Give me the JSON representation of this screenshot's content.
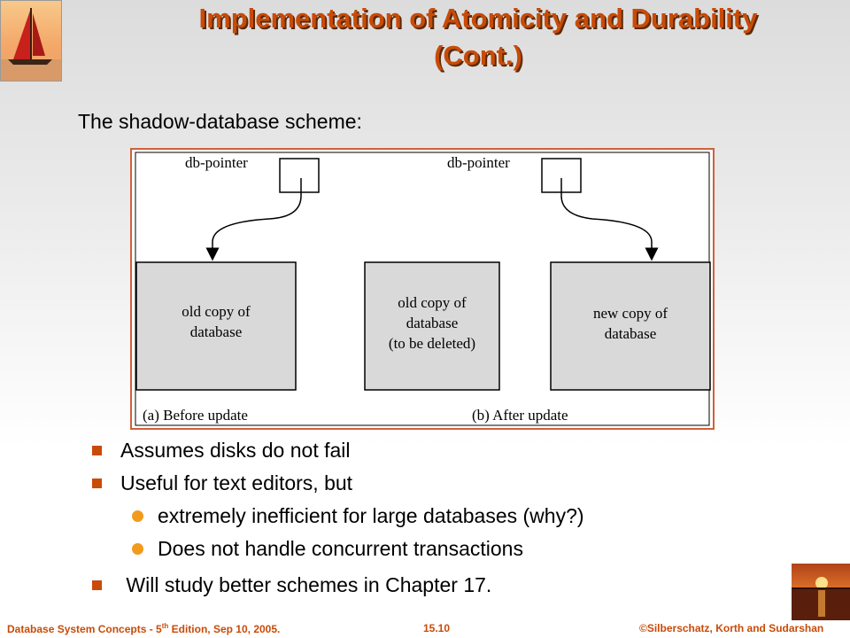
{
  "slide": {
    "title_line1": "Implementation of Atomicity and Durability",
    "title_line2": "(Cont.)",
    "subtitle": "The shadow-database scheme:",
    "colors": {
      "title": "#c84b08",
      "bullet_square": "#c84b08",
      "bullet_dot": "#f19a1c",
      "box_fill": "#d9d9d9",
      "diagram_border": "#d0603a"
    }
  },
  "diagram": {
    "pointer_left_label": "db-pointer",
    "pointer_right_label": "db-pointer",
    "box_before_line1": "old copy of",
    "box_before_line2": "database",
    "box_old_line1": "old copy of",
    "box_old_line2": "database",
    "box_old_line3": "(to be deleted)",
    "box_new_line1": "new copy of",
    "box_new_line2": "database",
    "caption_before": "(a) Before update",
    "caption_after": "(b) After update"
  },
  "bullets": [
    {
      "text": "Assumes disks do not fail",
      "level": 1
    },
    {
      "text": "Useful for text editors, but",
      "level": 1
    },
    {
      "text": "extremely inefficient for large databases (why?)",
      "level": 2
    },
    {
      "text": "Does not handle concurrent transactions",
      "level": 2
    },
    {
      "text": " Will study better schemes in Chapter 17.",
      "level": 1
    }
  ],
  "footer": {
    "left_prefix": "Database  System Concepts  - 5",
    "left_sup": "th",
    "left_suffix": " Edition, Sep 10, 2005.",
    "center": "15.10",
    "right": "©Silberschatz, Korth  and  Sudarshan"
  },
  "icons": {
    "top_logo": "sailboat-logo-icon",
    "bottom_logo": "sunset-logo-icon"
  }
}
